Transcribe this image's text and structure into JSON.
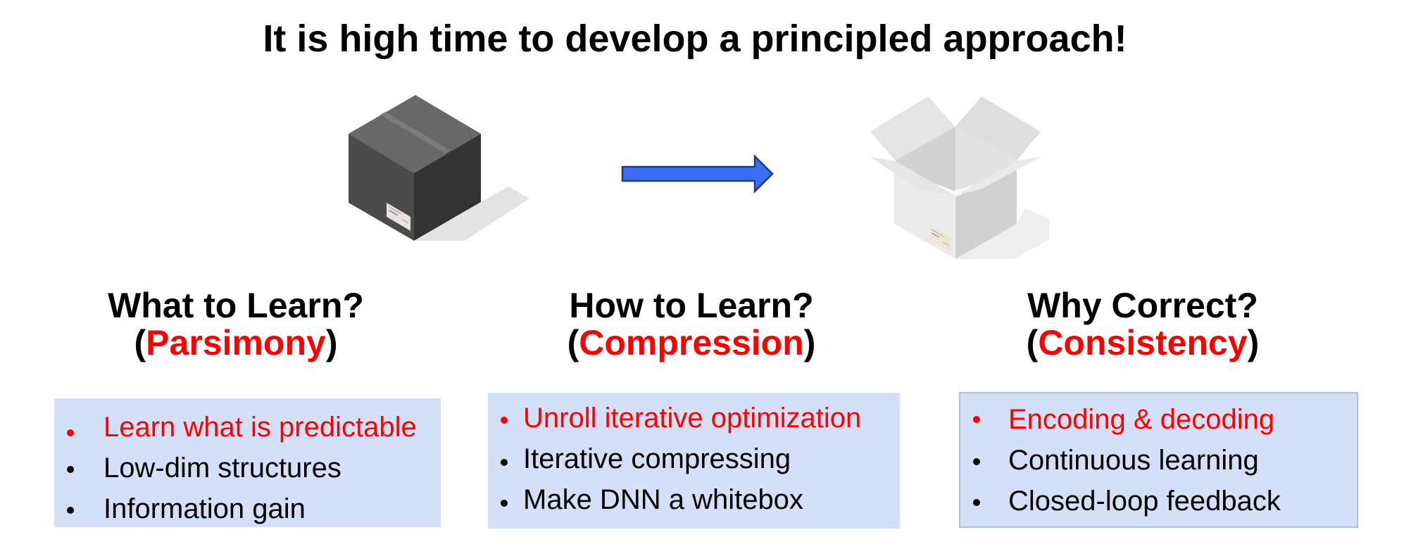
{
  "title": "It is high time to develop a principled approach!",
  "illustration": {
    "from_icon": "closed-box-icon",
    "transition_icon": "arrow-right-icon",
    "to_icon": "open-box-icon",
    "arrow_fill": "#3b6ef5",
    "arrow_stroke": "#1a3a8a",
    "closed_box_color": "#4a4a4a",
    "open_box_color": "#e6e6e6"
  },
  "colors": {
    "accent": "#ff0000",
    "panel_bg": "#d4e0f8",
    "text": "#000000"
  },
  "columns": [
    {
      "question": "What to Learn?",
      "paren_open": "(",
      "principle": "Parsimony",
      "paren_close": ")",
      "bullets": [
        {
          "text": "Learn what is predictable",
          "highlight": true
        },
        {
          "text": "Low-dim structures",
          "highlight": false
        },
        {
          "text": "Information gain",
          "highlight": false
        }
      ]
    },
    {
      "question": "How to Learn?",
      "paren_open": "(",
      "principle": "Compression",
      "paren_close": ")",
      "bullets": [
        {
          "text": "Unroll iterative optimization",
          "highlight": true
        },
        {
          "text": "Iterative compressing",
          "highlight": false
        },
        {
          "text": "Make DNN a whitebox",
          "highlight": false
        }
      ]
    },
    {
      "question": "Why Correct?",
      "paren_open": "(",
      "principle": "Consistency",
      "paren_close": ")",
      "bullets": [
        {
          "text": "Encoding & decoding",
          "highlight": true
        },
        {
          "text": "Continuous learning",
          "highlight": false
        },
        {
          "text": "Closed-loop feedback",
          "highlight": false
        }
      ]
    }
  ]
}
